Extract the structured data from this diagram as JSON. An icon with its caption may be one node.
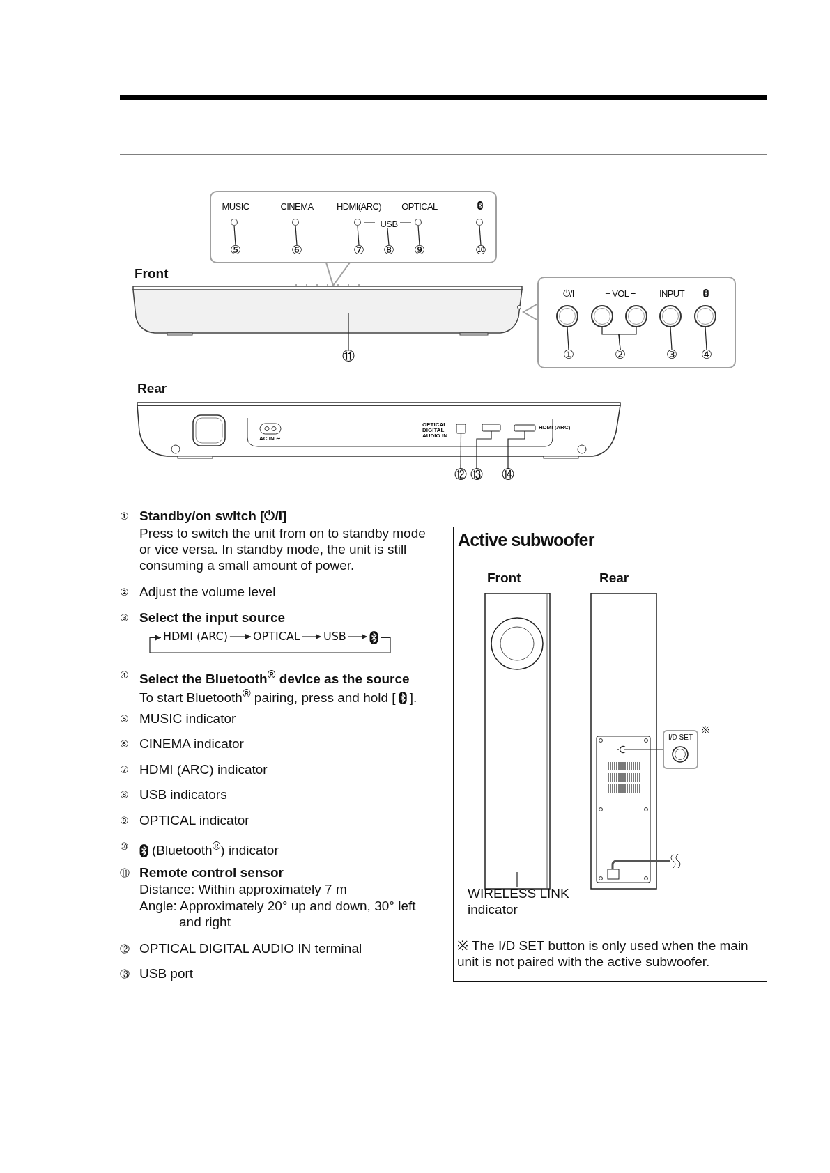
{
  "diagram": {
    "nodes": [
      {
        "text": [
          "MUSIC",
          "CINEMA",
          "HDMI(ARC)",
          "OPTICAL",
          "USB"
        ]
      },
      {
        "text": [
          "⑤"
        ],
        "in": 0
      },
      {
        "text": [
          "⑥"
        ],
        "in": 0
      },
      {
        "text": [
          "⑦"
        ],
        "in": 0
      },
      {
        "text": [
          "⑧"
        ],
        "in": 0
      },
      {
        "text": [
          "⑨"
        ],
        "in": 0
      },
      {
        "text": [
          "⑩"
        ],
        "in": 0
      },
      {
        "text": [
          "⏻/I",
          "− VOL +",
          "INPUT"
        ]
      },
      {
        "text": [
          "①"
        ],
        "in": 7
      },
      {
        "text": [
          "②"
        ],
        "in": 7
      },
      {
        "text": [
          "③"
        ],
        "in": 7
      },
      {
        "text": [
          "④"
        ],
        "in": 7
      },
      {
        "text": [
          "⑪"
        ]
      },
      {
        "text": [
          "⑫"
        ]
      },
      {
        "text": [
          "⑬"
        ]
      },
      {
        "text": [
          "⑭"
        ]
      },
      {
        "text": [
          "Active subwoofer"
        ]
      },
      {
        "text": [
          "WIRELESS LINK indicator"
        ],
        "in": 16
      },
      {
        "text": [
          "I/D SET"
        ],
        "in": 16,
        "beside": [
          "※"
        ]
      },
      {
        "text": [
          "HDMI (ARC)"
        ]
      },
      {
        "text": [
          "OPTICAL"
        ]
      },
      {
        "text": [
          "USB"
        ]
      },
      {
        "text": [],
        "shape": "icon"
      },
      {
        "text": [],
        "shape": "box"
      },
      {
        "text": [],
        "shape": "box"
      },
      {
        "text": [],
        "shape": "box"
      }
    ],
    "edges": [
      {
        "from": 1,
        "to": null,
        "arrow": "none"
      },
      {
        "from": 2,
        "to": null,
        "arrow": "none"
      },
      {
        "from": 3,
        "to": null,
        "arrow": "none"
      },
      {
        "from": 4,
        "to": null,
        "arrow": "none"
      },
      {
        "from": 5,
        "to": null,
        "arrow": "none"
      },
      {
        "from": 6,
        "to": null,
        "arrow": "none"
      },
      {
        "from": 8,
        "to": null,
        "arrow": "none"
      },
      {
        "from": 9,
        "to": null,
        "arrow": "none"
      },
      {
        "from": 9,
        "to": null,
        "arrow": "none"
      },
      {
        "from": 10,
        "to": null,
        "arrow": "none"
      },
      {
        "from": 11,
        "to": null,
        "arrow": "none"
      },
      {
        "from": 12,
        "to": null,
        "arrow": "none"
      },
      {
        "from": 13,
        "to": 23,
        "arrow": "none"
      },
      {
        "from": 14,
        "to": 24,
        "arrow": "none"
      },
      {
        "from": 15,
        "to": 25,
        "arrow": "none"
      },
      {
        "from": 17,
        "to": null,
        "arrow": "none"
      },
      {
        "from": 18,
        "to": null,
        "arrow": "none"
      },
      {
        "from": 19,
        "to": 20,
        "arrow": "to"
      },
      {
        "from": 20,
        "to": 21,
        "arrow": "to"
      },
      {
        "from": 21,
        "to": 22,
        "arrow": "to"
      },
      {
        "from": 22,
        "to": 19,
        "arrow": "to"
      }
    ],
    "labels": [
      "Front",
      "Rear",
      "AC IN ∼",
      "OPTICAL DIGITAL AUDIO IN",
      "HDMI (ARC)",
      "①",
      "Standby/on switch [⏻/I]",
      "Press to switch the unit from on to standby mode or vice versa. In standby mode, the unit is still consuming a small amount of power.",
      "②",
      "Adjust the volume level",
      "③",
      "Select the input source",
      "④",
      "Select the Bluetooth$^{®}$ device as the source",
      "To start Bluetooth$^{®}$ pairing, press and hold [",
      "].",
      "⑤",
      "MUSIC indicator",
      "⑥",
      "CINEMA indicator",
      "⑦",
      "HDMI (ARC) indicator",
      "⑧",
      "USB indicators",
      "⑨",
      "OPTICAL indicator",
      "⑩",
      "(Bluetooth$^{®}$) indicator",
      "⑪",
      "Remote control sensor",
      "Distance: Within approximately 7 m",
      "Angle: Approximately 20° up and down, 30° left and right",
      "⑫",
      "OPTICAL DIGITAL AUDIO IN terminal",
      "⑬",
      "USB port",
      "Front",
      "Rear",
      "※ The I/D SET button is only used when the main unit is not paired with the active subwoofer."
    ]
  }
}
